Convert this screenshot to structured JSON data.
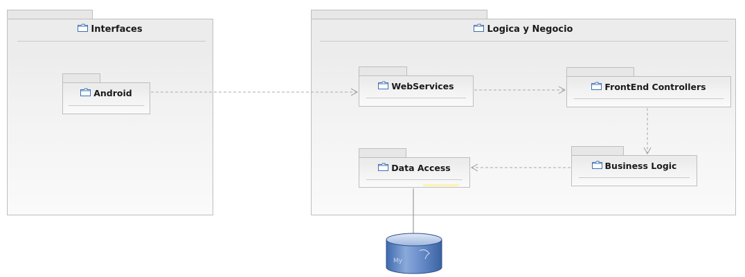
{
  "packages": {
    "interfaces": {
      "title": "Interfaces"
    },
    "logica": {
      "title": "Logica y Negocio"
    }
  },
  "subpackages": {
    "android": {
      "title": "Android"
    },
    "webservices": {
      "title": "WebServices"
    },
    "frontend": {
      "title": "FrontEnd Controllers"
    },
    "business": {
      "title": "Business Logic"
    },
    "dataaccess": {
      "title": "Data Access"
    }
  },
  "database": {
    "label": "My",
    "icon": "mysql-database-icon"
  },
  "colors": {
    "border": "#bdbdbd",
    "arrow": "#a8a8a8",
    "db_blue": "#4f77b8"
  }
}
